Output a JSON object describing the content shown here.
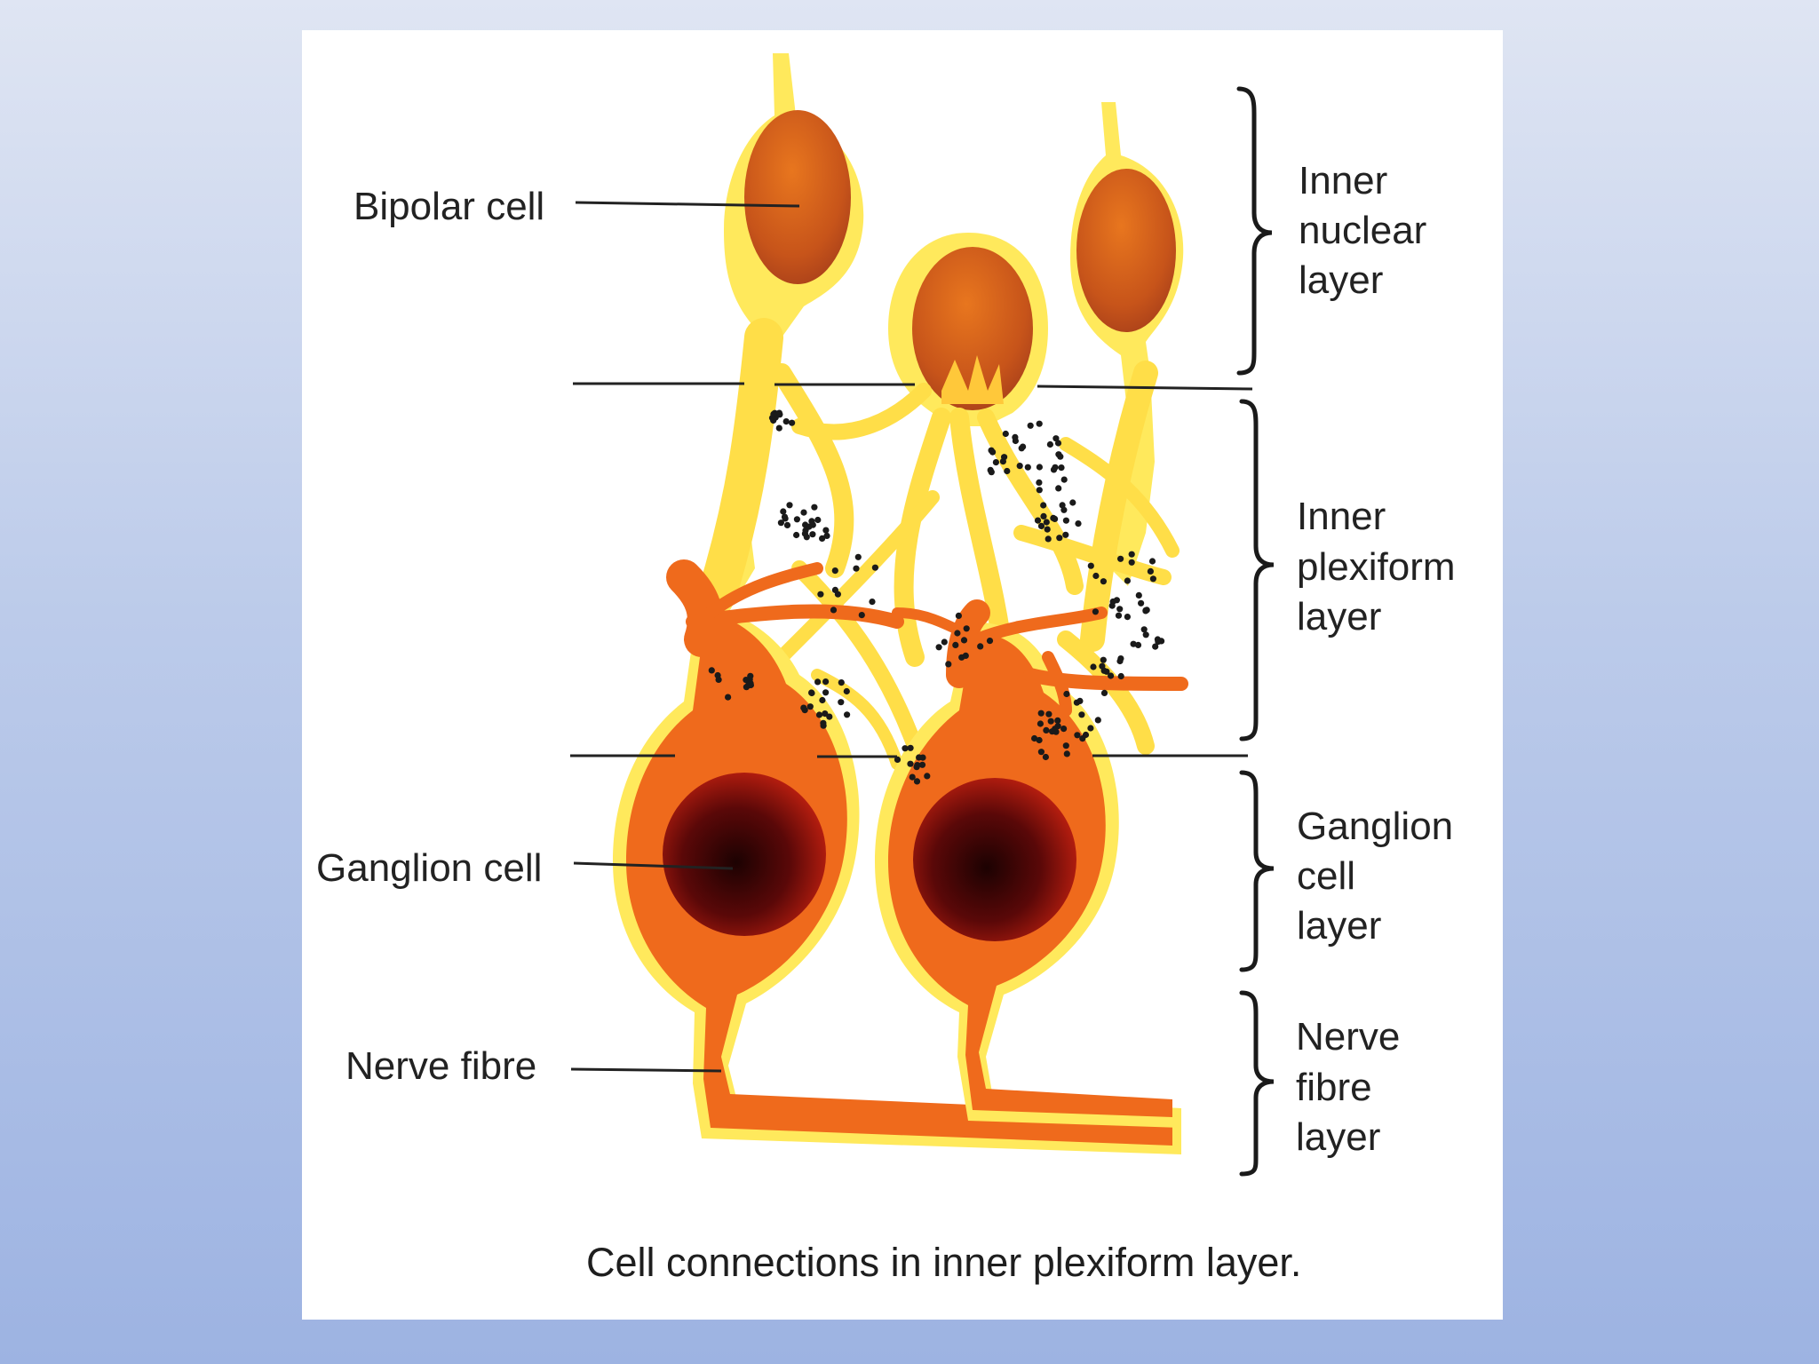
{
  "labels": {
    "bipolar_cell": "Bipolar cell",
    "ganglion_cell": "Ganglion cell",
    "nerve_fibre": "Nerve fibre"
  },
  "layers": {
    "inner_nuclear": [
      "Inner",
      "nuclear",
      "layer"
    ],
    "inner_plexiform": [
      "Inner",
      "plexiform",
      "layer"
    ],
    "ganglion_cell": [
      "Ganglion",
      "cell",
      "layer"
    ],
    "nerve_fibre": [
      "Nerve",
      "fibre",
      "layer"
    ]
  },
  "caption": "Cell connections in inner plexiform layer.",
  "colors": {
    "background_top": "#dfe5f3",
    "background_bottom": "#9db3e2",
    "cell_orange": "#ef6a1c",
    "cell_glow": "#ffe24a",
    "nucleus_dark": "#3a0505",
    "synapse_dots": "#1a1a1a"
  }
}
